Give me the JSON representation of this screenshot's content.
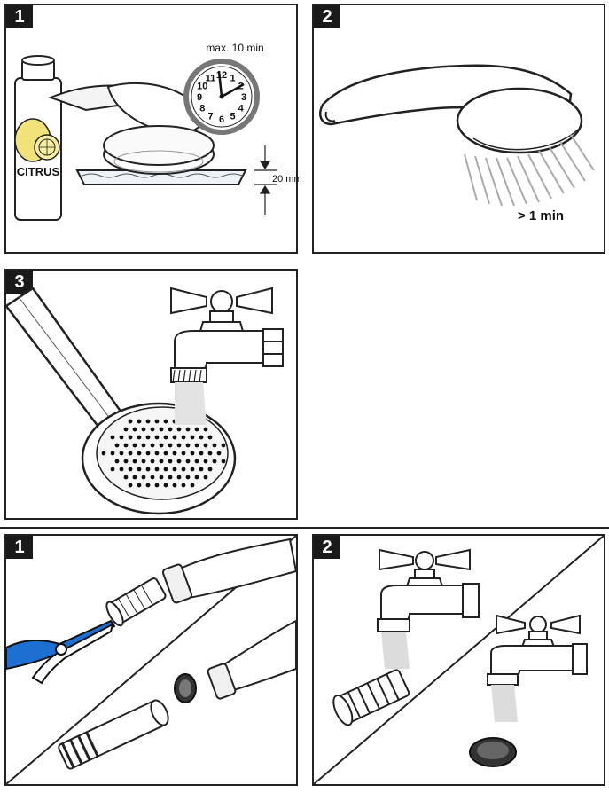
{
  "panels": [
    {
      "step": "1",
      "label": "CITRUS",
      "timer": "max. 10 min",
      "depth": "20 mm",
      "clock_numbers": [
        "12",
        "1",
        "2",
        "3",
        "4",
        "5",
        "6",
        "7",
        "8",
        "9",
        "10",
        "11"
      ]
    },
    {
      "step": "2",
      "duration": "> 1 min"
    },
    {
      "step": "3"
    },
    {
      "step": "1"
    },
    {
      "step": "2"
    }
  ]
}
